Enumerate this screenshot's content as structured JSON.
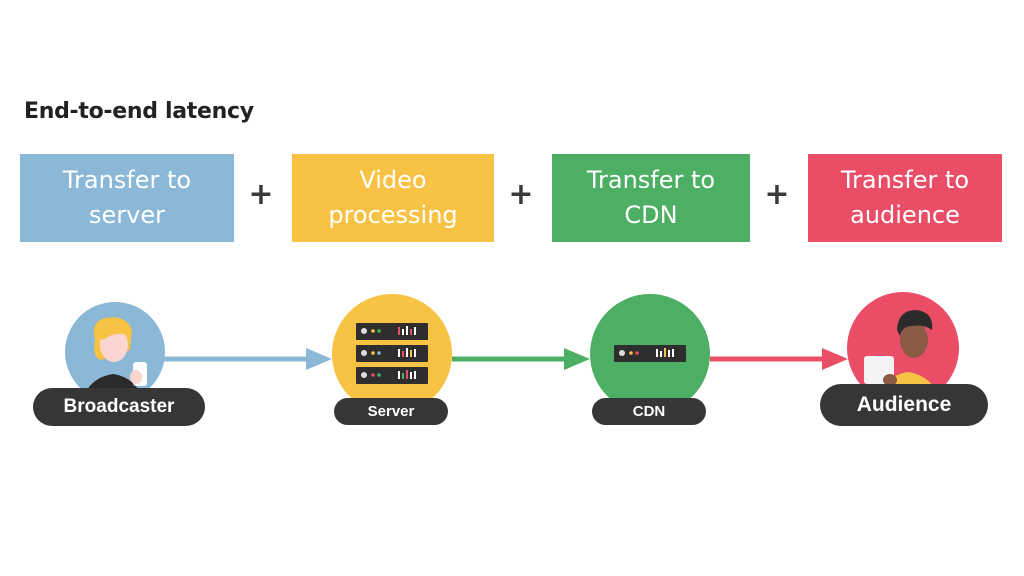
{
  "title": "End-to-end latency",
  "stages": [
    {
      "line1": "Transfer to",
      "line2": "server",
      "color": "#8ab8d6"
    },
    {
      "line1": "Video",
      "line2": "processing",
      "color": "#f8c244"
    },
    {
      "line1": "Transfer to",
      "line2": "CDN",
      "color": "#4caf63"
    },
    {
      "line1": "Transfer to",
      "line2": "audience",
      "color": "#ea4d66"
    }
  ],
  "operator": "+",
  "nodes": {
    "broadcaster": "Broadcaster",
    "server": "Server",
    "cdn": "CDN",
    "audience": "Audience"
  },
  "colors": {
    "arrow_1": "#8ab8d6",
    "arrow_2": "#4caf63",
    "arrow_3": "#ea4d66",
    "server_circle": "#f8c244",
    "cdn_circle": "#4caf63",
    "broadcaster_circle": "#8ab8d6",
    "audience_circle": "#ea4d66",
    "label_pill": "#363636"
  }
}
